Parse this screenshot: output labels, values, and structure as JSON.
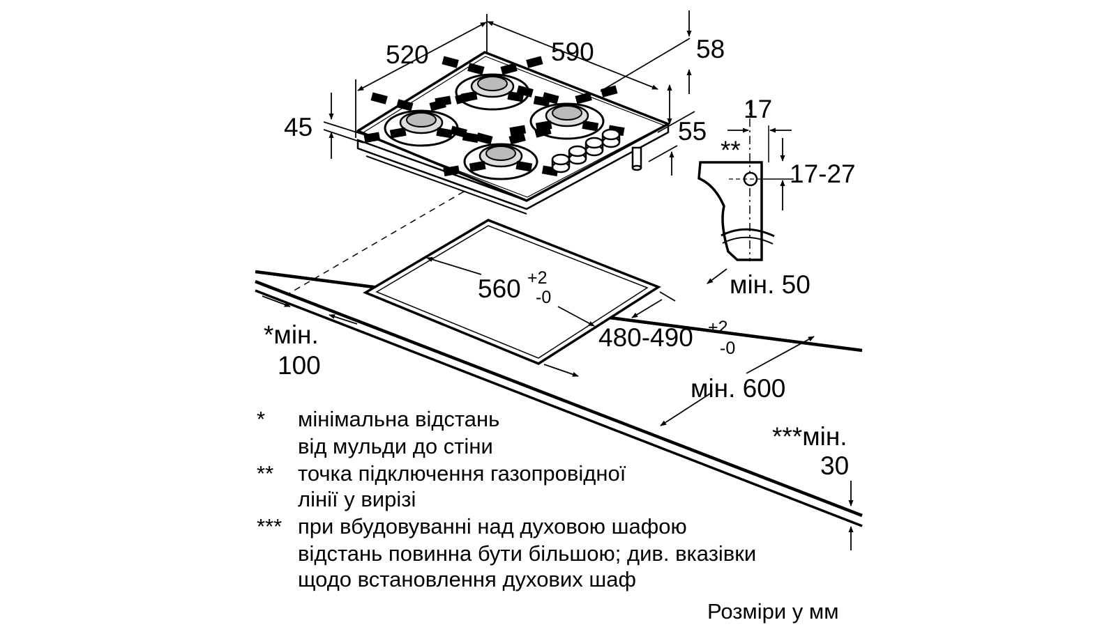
{
  "dims": {
    "depth": "520",
    "width": "590",
    "d58": "58",
    "d45": "45",
    "d55": "55",
    "d17": "17",
    "stars": "**",
    "range17_27": "17-27",
    "cut_width": "560",
    "cut_width_tol_plus": "+2",
    "cut_width_tol_minus": "-0",
    "cut_depth": "480-490",
    "cut_depth_tol_plus": "+2",
    "cut_depth_tol_minus": "-0",
    "min50": "мін. 50",
    "min100_a": "*мін.",
    "min100_b": "100",
    "min600": "мін. 600",
    "min30_a": "***мін.",
    "min30_b": "30"
  },
  "notes": [
    {
      "mark": "*",
      "lines": [
        "мінімальна відстань",
        "від мульди до стіни"
      ]
    },
    {
      "mark": "**",
      "lines": [
        "точка підключення газопровідної",
        "лінії у вирізі"
      ]
    },
    {
      "mark": "***",
      "lines": [
        "при вбудовуванні над духовою шафою",
        "відстань повинна бути більшою; див. вказівки",
        "щодо встановлення духових шаф"
      ]
    }
  ],
  "units": "Розміри у мм"
}
